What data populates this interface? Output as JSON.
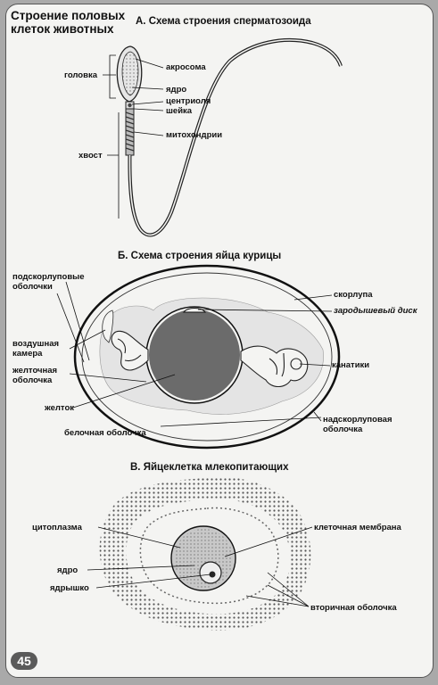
{
  "title": "Строение половых клеток животных",
  "sections": {
    "a": {
      "title": "А. Схема строения сперматозоида",
      "labels": {
        "head": "головка",
        "acrosome": "акросома",
        "nucleus": "ядро",
        "centriole": "центриоля",
        "neck": "шейка",
        "mitochondria": "митохондрии",
        "tail": "хвост"
      }
    },
    "b": {
      "title": "Б. Схема строения яйца курицы",
      "labels": {
        "subshell_membranes": "подскорлуповые оболочки",
        "shell": "скорлупа",
        "germinal_disc": "зародышевый диск",
        "air_chamber": "воздушная камера",
        "chalazae": "канатики",
        "yolk_membrane": "желточная оболочка",
        "yolk": "желток",
        "subshell_membrane": "надскорлуповая оболочка",
        "albumen_membrane": "белочная оболочка"
      }
    },
    "c": {
      "title": "В. Яйцеклетка млекопитающих",
      "labels": {
        "cytoplasm": "цитоплазма",
        "cell_membrane": "клеточная мембрана",
        "nucleus": "ядро",
        "nucleolus": "ядрышко",
        "secondary_membrane": "вторичная оболочка"
      }
    }
  },
  "page_number": "45",
  "colors": {
    "card": "#f4f4f2",
    "ink": "#111111",
    "yolk": "#6b6b6b",
    "page": "#a9a9a9"
  }
}
